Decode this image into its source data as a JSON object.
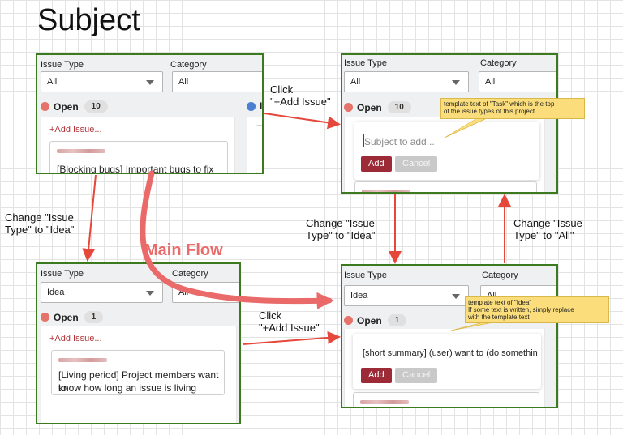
{
  "title": "Subject",
  "panels": {
    "top_left": {
      "issue_type_label": "Issue Type",
      "category_label": "Category",
      "issue_type_value": "All",
      "category_value": "All",
      "status_label": "Open",
      "status_count": "10",
      "second_status_label": "In",
      "add_issue_link": "+Add Issue...",
      "card_text": "[Blocking bugs] Important bugs to fix"
    },
    "top_right": {
      "issue_type_label": "Issue Type",
      "category_label": "Category",
      "issue_type_value": "All",
      "category_value": "All",
      "status_label": "Open",
      "status_count": "10",
      "subject_placeholder": "Subject to add...",
      "add_button": "Add",
      "cancel_button": "Cancel"
    },
    "bottom_left": {
      "issue_type_label": "Issue Type",
      "category_label": "Category",
      "issue_type_value": "Idea",
      "category_value": "All",
      "status_label": "Open",
      "status_count": "1",
      "add_issue_link": "+Add Issue...",
      "card_text_1": "[Living period] Project members want to",
      "card_text_2": "know how long an issue is living"
    },
    "bottom_right": {
      "issue_type_label": "Issue Type",
      "category_label": "Category",
      "issue_type_value": "Idea",
      "category_value": "All",
      "status_label": "Open",
      "status_count": "1",
      "subject_text": "[short summary] (user) want to (do somethin",
      "add_button": "Add",
      "cancel_button": "Cancel"
    }
  },
  "notes": {
    "task_note_1": "template text of \"Task\" which is the top",
    "task_note_2": "of the issue types of this project",
    "idea_note_1": "template text of \"Idea\"",
    "idea_note_2": "If some text is written, simply replace",
    "idea_note_3": "with the template text"
  },
  "annotations": {
    "click_top_1": "Click",
    "click_top_2": "\"+Add Issue\"",
    "click_bottom_1": "Click",
    "click_bottom_2": "\"+Add Issue\"",
    "change_left_1": "Change \"Issue",
    "change_left_2": "Type\" to \"Idea\"",
    "change_mid_1": "Change \"Issue",
    "change_mid_2": "Type\" to \"Idea\"",
    "change_right_1": "Change \"Issue",
    "change_right_2": "Type\" to \"All\"",
    "main_flow": "Main Flow"
  },
  "colors": {
    "frame_border": "#3b7a1e",
    "arrow": "#e5473b",
    "main_flow": "#ea6a6a",
    "add_button": "#9c2a37",
    "note_fill": "#fbde7b"
  }
}
